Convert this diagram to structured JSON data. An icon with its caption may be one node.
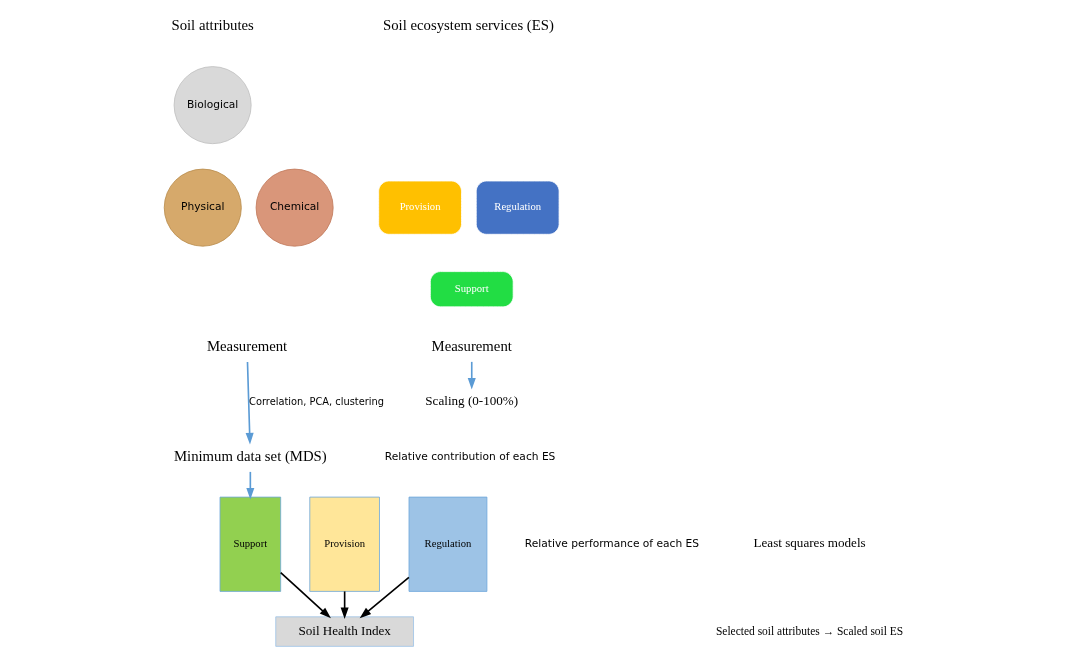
{
  "diagram": {
    "nodes": [
      {
        "text": [
          "Biological"
        ]
      },
      {
        "text": [
          "Chemical"
        ]
      },
      {
        "text": [
          "Physical"
        ]
      },
      {
        "text": [
          "Measurement"
        ]
      },
      {
        "text": [
          "Minimum data set (MDS)"
        ]
      },
      {
        "text": [
          "Regulation"
        ]
      },
      {
        "text": [
          "Provision"
        ]
      },
      {
        "text": [
          "Support"
        ]
      },
      {
        "text": [
          "Measurement"
        ]
      },
      {
        "text": [
          "Scaling (0-100%)"
        ]
      },
      {
        "text": [
          "Support"
        ]
      },
      {
        "text": [
          "Provision"
        ]
      },
      {
        "text": [
          "Regulation"
        ]
      },
      {
        "text": [
          "Soil Health Index"
        ]
      }
    ],
    "edges": [
      {
        "from": 3,
        "to": 4,
        "arrow": "to",
        "label": "Correlation, PCA, clustering",
        "color": "#5b9bd5"
      },
      {
        "from": 4,
        "to": 10,
        "arrow": "to",
        "color": "#5b9bd5"
      },
      {
        "from": 8,
        "to": 9,
        "arrow": "to",
        "color": "#5b9bd5"
      },
      {
        "from": 10,
        "to": 13,
        "arrow": "to",
        "color": "#000000"
      },
      {
        "from": 11,
        "to": 13,
        "arrow": "to",
        "color": "#000000"
      },
      {
        "from": 12,
        "to": 13,
        "arrow": "to",
        "color": "#000000"
      }
    ],
    "labels": [
      "Soil attributes",
      "Soil ecosystem services (ES)",
      "Relative contribution of each ES",
      "Relative performance of each ES",
      "Least squares models",
      "Selected soil attributes → Scaled soil ES"
    ]
  }
}
